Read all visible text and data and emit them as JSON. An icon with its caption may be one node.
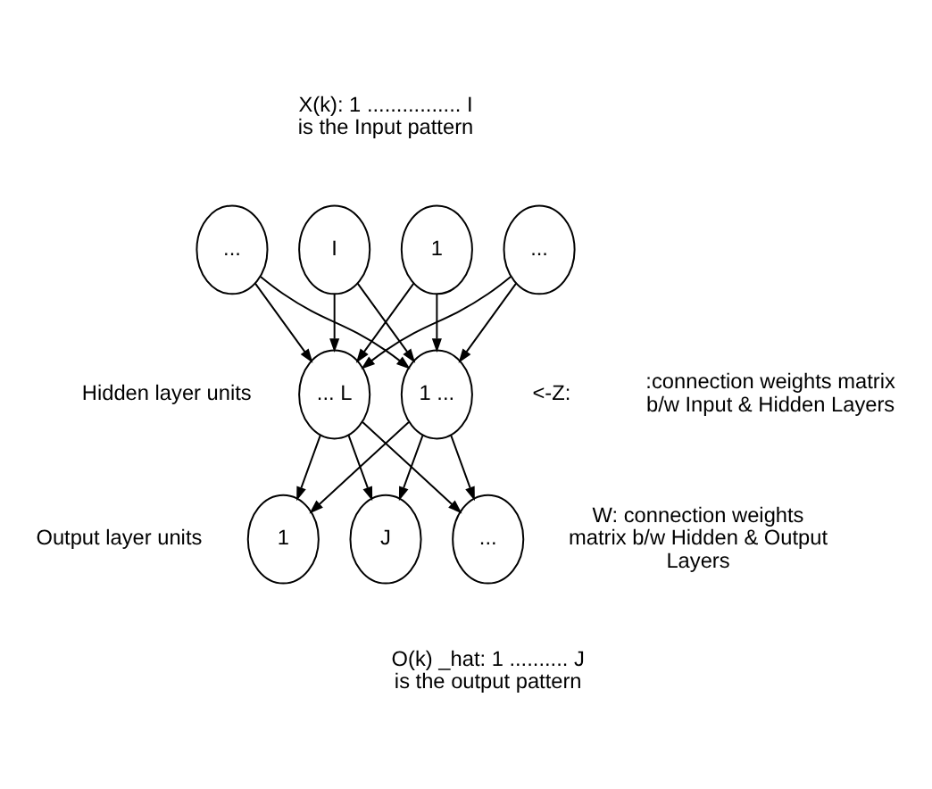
{
  "diagram": {
    "nodes": [
      {
        "text": [
          "1"
        ]
      },
      {
        "text": [
          "..."
        ]
      },
      {
        "text": [
          "..."
        ]
      },
      {
        "text": [
          "I"
        ]
      },
      {
        "text": [
          "1 ..."
        ]
      },
      {
        "text": [
          "... L"
        ]
      },
      {
        "text": [
          "1"
        ]
      },
      {
        "text": [
          "..."
        ]
      },
      {
        "text": [
          "J"
        ]
      }
    ],
    "edges": [
      {
        "from": 0,
        "to": 4,
        "arrow": "to"
      },
      {
        "from": 0,
        "to": 5,
        "arrow": "to"
      },
      {
        "from": 1,
        "to": 4,
        "arrow": "to"
      },
      {
        "from": 1,
        "to": 5,
        "arrow": "to"
      },
      {
        "from": 2,
        "to": 4,
        "arrow": "to"
      },
      {
        "from": 2,
        "to": 5,
        "arrow": "to"
      },
      {
        "from": 3,
        "to": 4,
        "arrow": "to"
      },
      {
        "from": 3,
        "to": 5,
        "arrow": "to"
      },
      {
        "from": 4,
        "to": 6,
        "arrow": "to"
      },
      {
        "from": 4,
        "to": 7,
        "arrow": "to"
      },
      {
        "from": 4,
        "to": 8,
        "arrow": "to"
      },
      {
        "from": 5,
        "to": 6,
        "arrow": "to"
      },
      {
        "from": 5,
        "to": 7,
        "arrow": "to"
      },
      {
        "from": 5,
        "to": 8,
        "arrow": "to"
      }
    ],
    "labels": [
      "X(k): 1 ................ I is the Input pattern",
      "<-Z:",
      ":connection weights matrix b/w Input & Hidden Layers",
      "Hidden layer units",
      "W: connection weights matrix b/w Hidden & Output Layers",
      "Output layer units",
      "O(k) _hat: 1 .......... J is the output pattern"
    ]
  }
}
